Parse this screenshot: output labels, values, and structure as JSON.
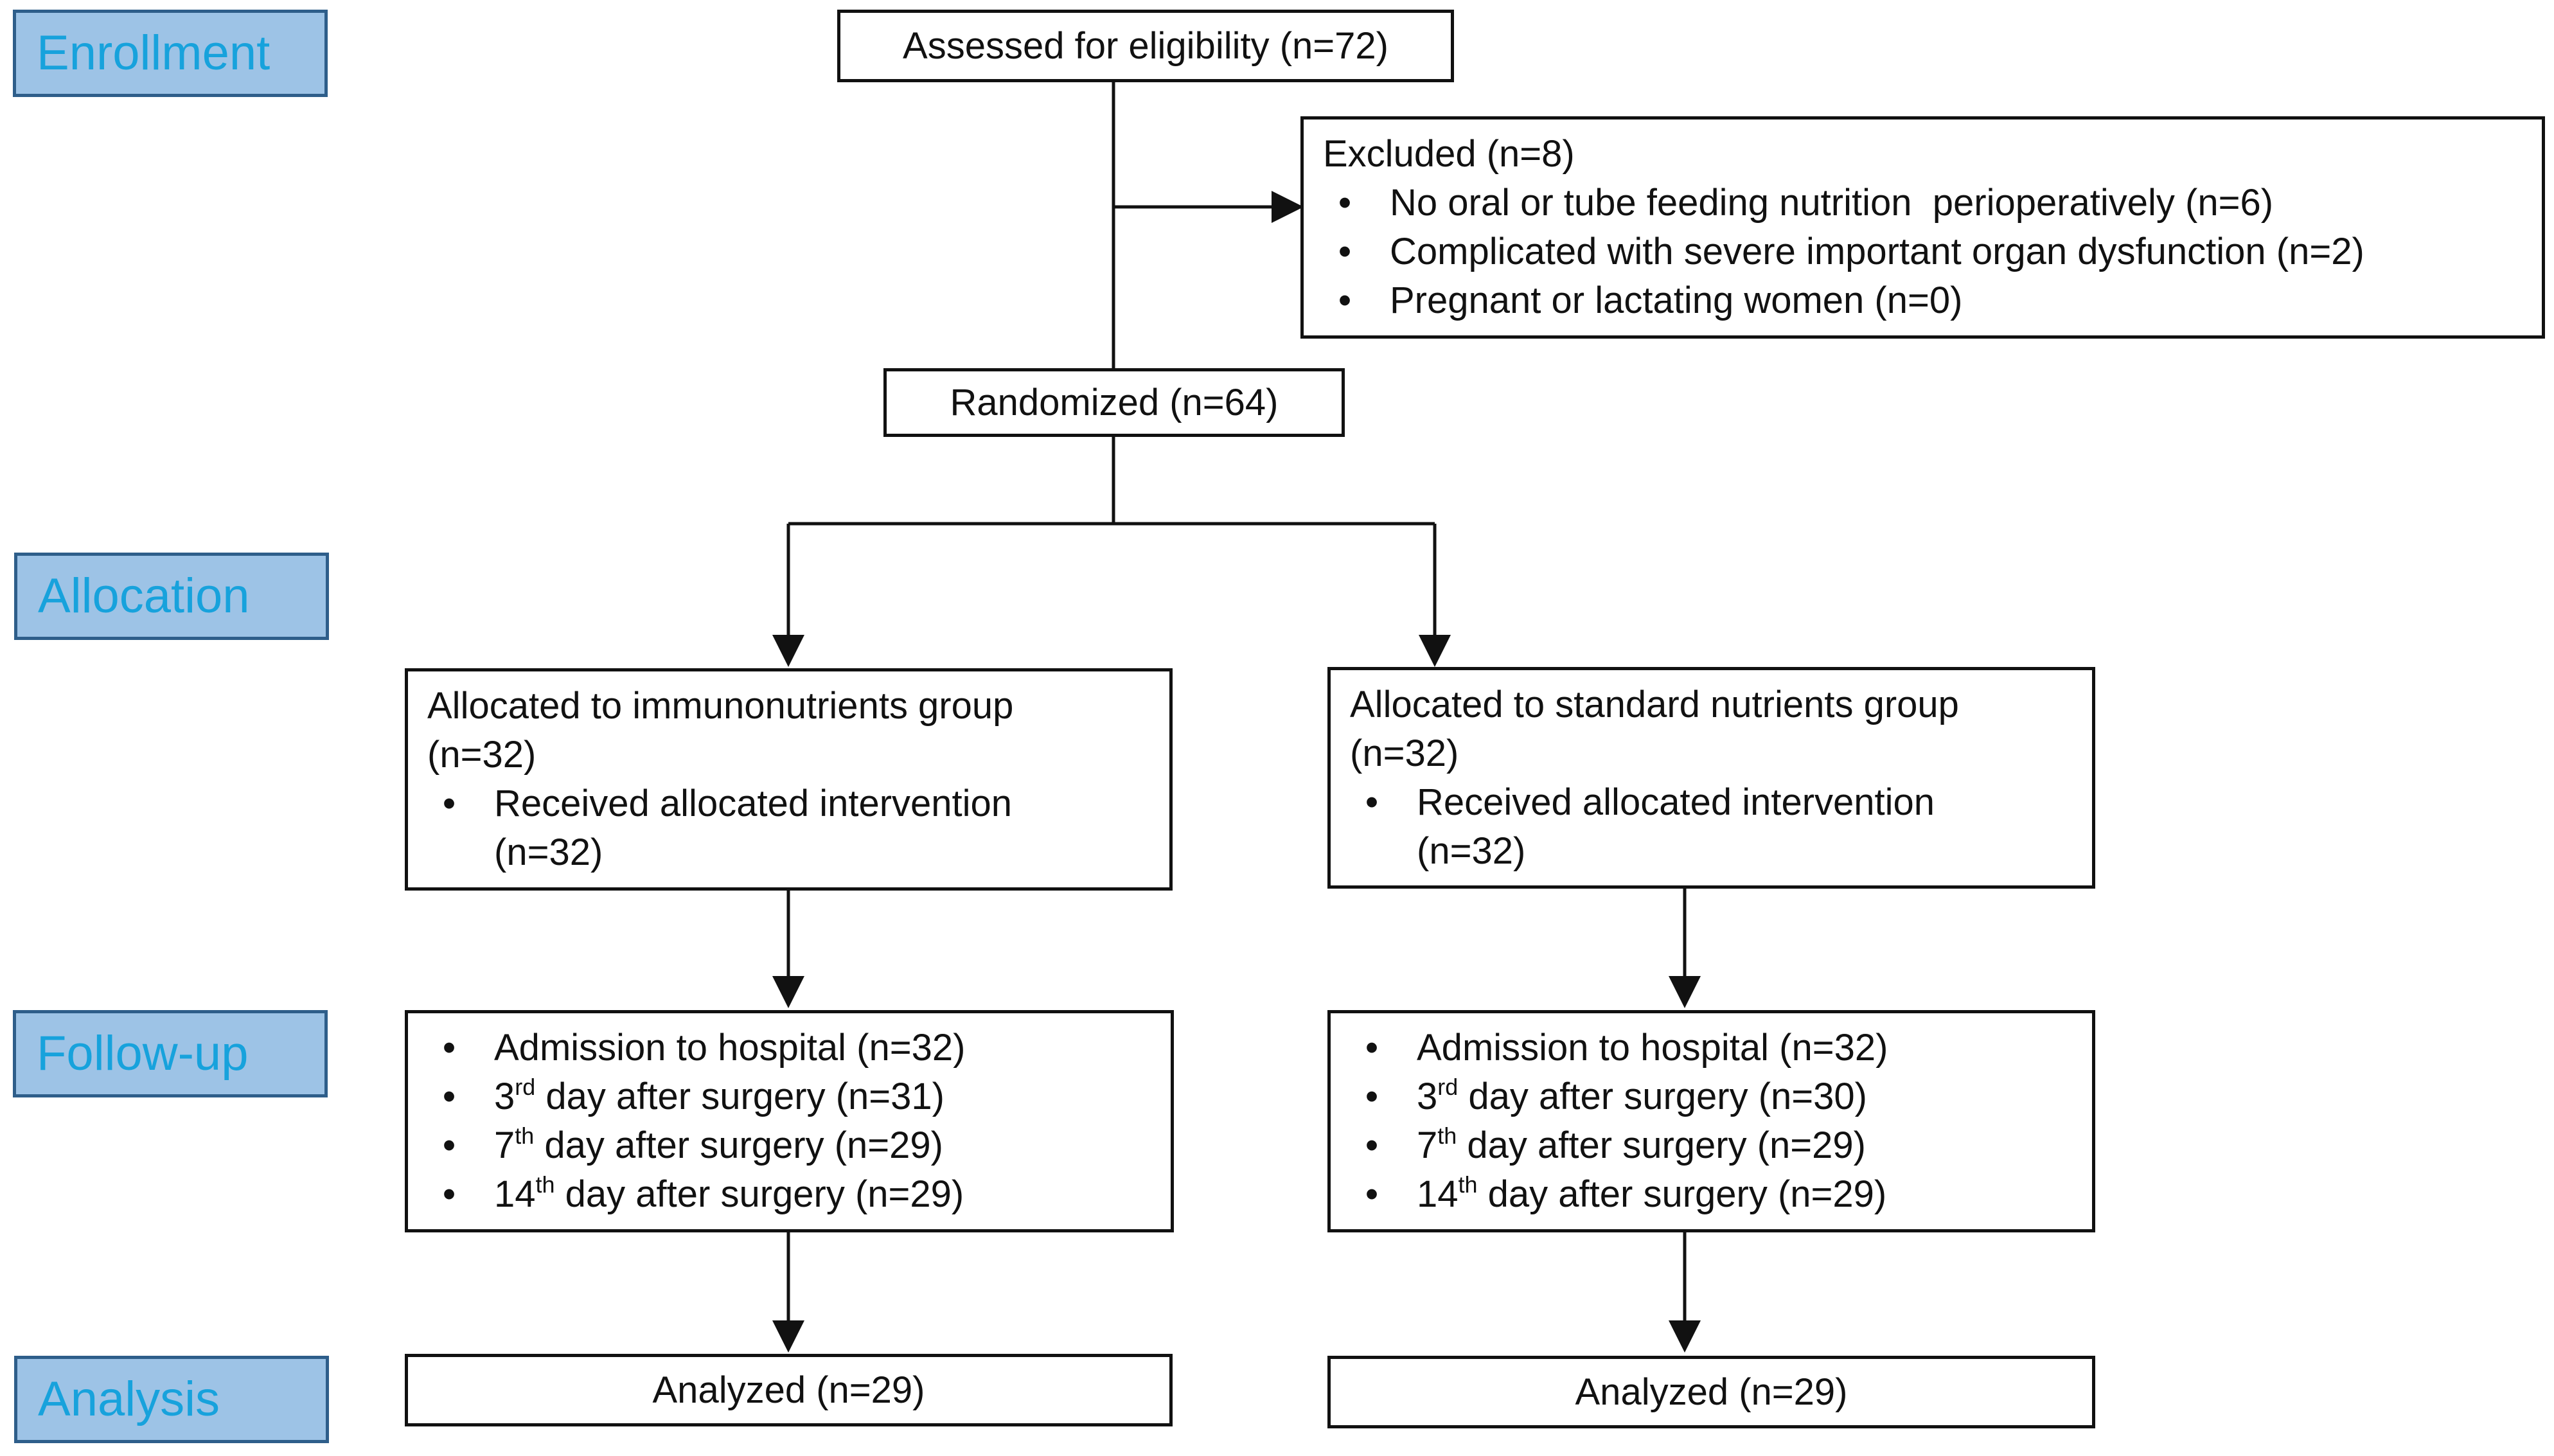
{
  "stages": {
    "enrollment": "Enrollment",
    "allocation": "Allocation",
    "follow_up": "Follow-up",
    "analysis": "Analysis"
  },
  "assessed": "Assessed for eligibility (n=72)",
  "excluded": {
    "title": "Excluded (n=8)",
    "items": [
      "No oral or tube feeding nutrition  perioperatively (n=6)",
      "Complicated with severe important organ dysfunction (n=2)",
      "Pregnant or lactating women (n=0)"
    ]
  },
  "randomized": "Randomized (n=64)",
  "groups": [
    {
      "allocation_title": "Allocated to immunonutrients group",
      "allocation_n": "(n=32)",
      "received_label": "Received allocated intervention",
      "received_n": "(n=32)",
      "follow_up": [
        {
          "prefix": "Admission to hospital (n=32)",
          "sup": "",
          "suffix": ""
        },
        {
          "prefix": "3",
          "sup": "rd",
          "suffix": " day after surgery (n=31)"
        },
        {
          "prefix": "7",
          "sup": "th",
          "suffix": " day after surgery (n=29)"
        },
        {
          "prefix": "14",
          "sup": "th",
          "suffix": " day after surgery (n=29)"
        }
      ],
      "analyzed": "Analyzed (n=29)"
    },
    {
      "allocation_title": "Allocated to standard nutrients group",
      "allocation_n": "(n=32)",
      "received_label": "Received allocated intervention",
      "received_n": "(n=32)",
      "follow_up": [
        {
          "prefix": "Admission to hospital (n=32)",
          "sup": "",
          "suffix": ""
        },
        {
          "prefix": "3",
          "sup": "rd",
          "suffix": " day after surgery (n=30)"
        },
        {
          "prefix": "7",
          "sup": "th",
          "suffix": " day after surgery (n=29)"
        },
        {
          "prefix": "14",
          "sup": "th",
          "suffix": " day after surgery (n=29)"
        }
      ],
      "analyzed": "Analyzed (n=29)"
    }
  ],
  "bullet_glyph": "•",
  "colors": {
    "stage_fill": "#9dc3e6",
    "stage_border": "#2e5e8a",
    "stage_text": "#17a2dc",
    "box_border": "#111111"
  }
}
